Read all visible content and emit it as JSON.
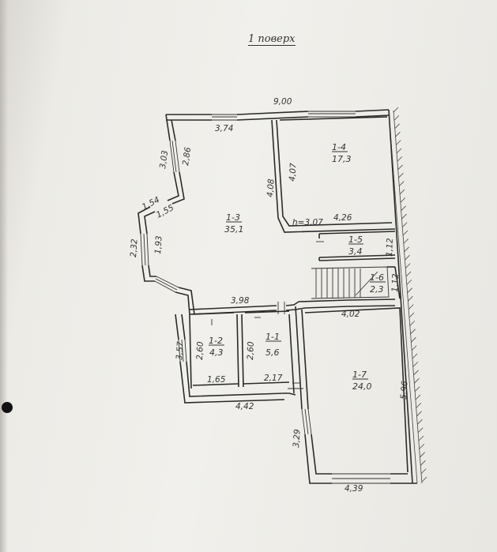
{
  "title": "1 поверх",
  "rooms": [
    {
      "id": "1-4",
      "area": "17,3"
    },
    {
      "id": "1-3",
      "area": "35,1"
    },
    {
      "id": "1-5",
      "area": "3,4"
    },
    {
      "id": "1-6",
      "area": "2,3"
    },
    {
      "id": "1-2",
      "area": "4,3"
    },
    {
      "id": "1-1",
      "area": "5,6"
    },
    {
      "id": "1-7",
      "area": "24,0"
    }
  ],
  "dimensions": {
    "top_total": "9,00",
    "top_left": "3,74",
    "left_top_a": "3,03",
    "left_top_b": "2,86",
    "hall_wall_a": "4,08",
    "hall_wall_b": "4,07",
    "bay_a": "1,54",
    "bay_b": "1,55",
    "bay_c": "2,32",
    "bay_d": "1,93",
    "height": "h=3,07",
    "room4_width": "4,26",
    "room5_height": "1,12",
    "room6_height": "1,12",
    "hall_bottom": "3,98",
    "room7_top": "4,02",
    "left_lower": "3,57",
    "room2_h": "2,60",
    "room1_h": "2,60",
    "room2_w": "1,65",
    "room1_w": "2,17",
    "bottom_left": "4,42",
    "right_long": "5,96",
    "room7_left": "3,29",
    "room7_bottom": "4,39"
  }
}
